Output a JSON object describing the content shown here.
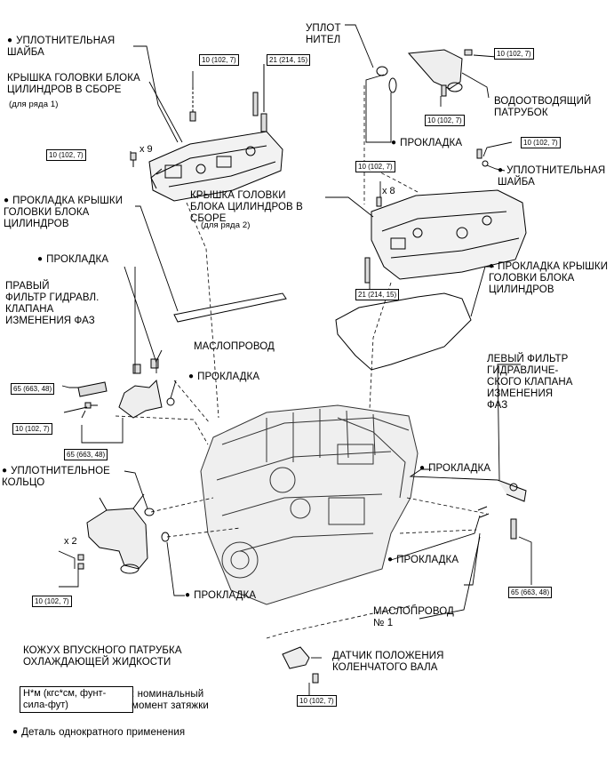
{
  "labels": {
    "washer_left": "УПЛОТНИТЕЛЬНАЯ\nШАЙБА",
    "cover_bank1": "КРЫШКА ГОЛОВКИ БЛОКА\nЦИЛИНДРОВ В СБОРЕ",
    "cover_bank1_note": "(для ряда 1)",
    "gasket_cover_left": "ПРОКЛАДКА КРЫШКИ\nГОЛОВКИ БЛОКА\nЦИЛИНДРОВ",
    "gasket_left_filter": "ПРОКЛАДКА",
    "right_filter": "ПРАВЫЙ\nФИЛЬТР ГИДРАВЛ.\nКЛАПАНА\nИЗМЕНЕНИЯ ФАЗ",
    "oil_pipe": "МАСЛОПРОВОД",
    "gasket_oil_pipe": "ПРОКЛАДКА",
    "seal_ring": "УПЛОТНИТЕЛЬНОЕ\nКОЛЬЦО",
    "gasket_bottom": "ПРОКЛАДКА",
    "coolant_housing": "КОЖУХ ВПУСКНОГО ПАТРУБКА\nОХЛАЖДАЮЩЕЙ ЖИДКОСТИ",
    "seal_top": "УПЛОТ\nНИТЕЛ",
    "water_outlet": "ВОДООТВОДЯЩИЙ\nПАТРУБОК",
    "gasket_top_right": "ПРОКЛАДКА",
    "washer_right": "УПЛОТНИТЕЛЬНАЯ\nШАЙБА",
    "cover_bank2": "КРЫШКА ГОЛОВКИ\nБЛОКА ЦИЛИНДРОВ В\nСБОРЕ",
    "cover_bank2_note": "(для ряда 2)",
    "gasket_cover_right": "ПРОКЛАДКА КРЫШКИ\nГОЛОВКИ БЛОКА\nЦИЛИНДРОВ",
    "left_filter": "ЛЕВЫЙ ФИЛЬТР\nГИДРАВЛИЧЕ-\nСКОГО КЛАПАНА\nИЗМЕНЕНИЯ\nФАЗ",
    "gasket_right_filter": "ПРОКЛАДКА",
    "gasket_right_lower": "ПРОКЛАДКА",
    "oil_pipe_1": "МАСЛОПРОВОД\n№ 1",
    "crank_sensor": "ДАТЧИК ПОЛОЖЕНИЯ\nКОЛЕНЧАТОГО ВАЛА"
  },
  "torques": {
    "t1": "10 (102, 7)",
    "t2": "21 (214, 15)",
    "t3": "10 (102, 7)",
    "t4": "65 (663, 48)",
    "t5": "10 (102, 7)",
    "t6": "65 (663, 48)",
    "t7": "10 (102, 7)",
    "t8": "10 (102, 7)",
    "t9": "10 (102, 7)",
    "t10": "10 (102, 7)",
    "t11": "10 (102, 7)",
    "t12": "21 (214, 15)",
    "t13": "65 (663, 48)",
    "t14": "10 (102, 7)"
  },
  "multipliers": {
    "m1": "x 9",
    "m2": "x 8",
    "m3": "x 2"
  },
  "legend": {
    "unit": "Н*м (кгс*см, фунт-\nсила-фут)",
    "desc": ": номинальный\nмомент затяжки",
    "note": "Деталь однократного применения"
  }
}
